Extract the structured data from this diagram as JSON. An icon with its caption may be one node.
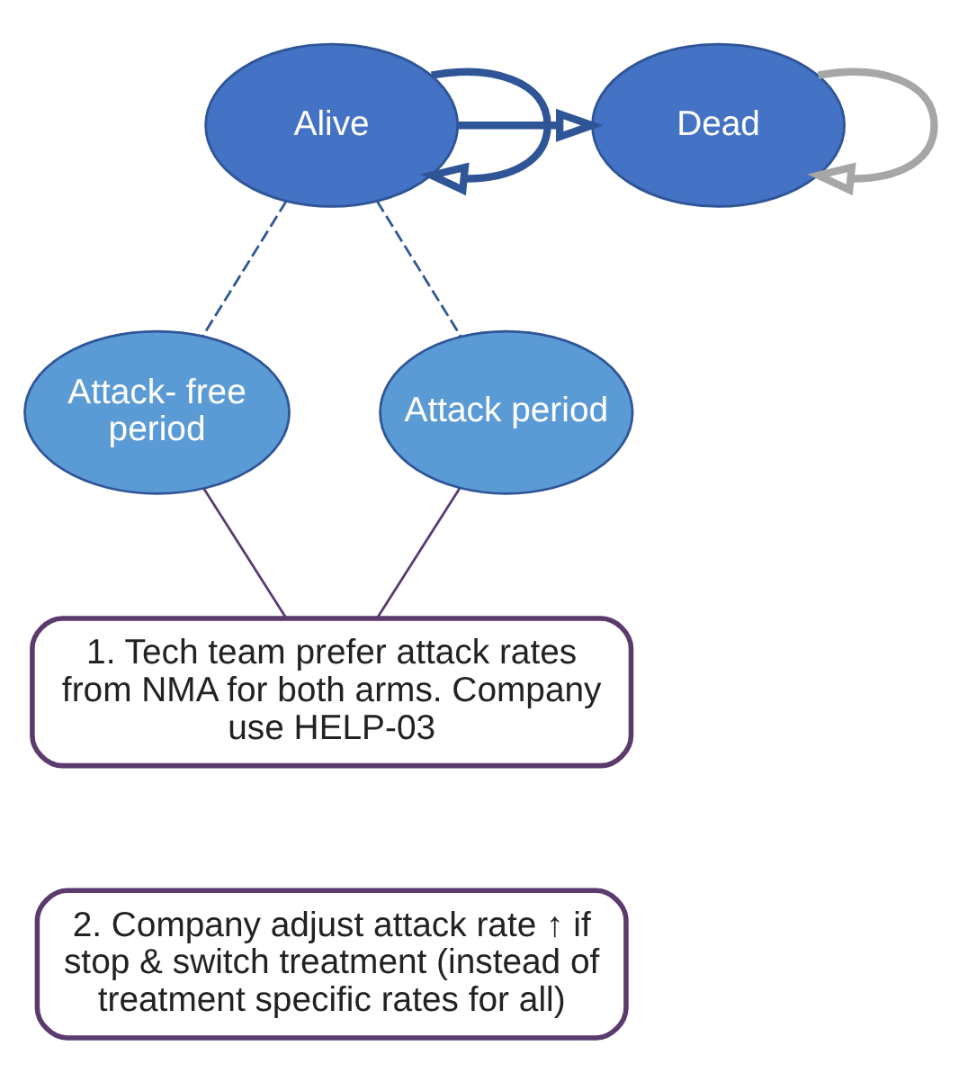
{
  "diagram": {
    "nodes": [
      {
        "text": [
          "Alive"
        ]
      },
      {
        "text": [
          "Dead"
        ]
      },
      {
        "text": [
          "Attack- free period"
        ]
      },
      {
        "text": [
          "Attack period"
        ]
      },
      {
        "text": [
          "1. Tech team prefer attack rates from NMA for both arms. Company use HELP-03"
        ]
      },
      {
        "text": [
          "2. Company adjust attack rate ↑ if stop & switch treatment (instead of treatment specific rates for all)"
        ]
      }
    ],
    "edges": [
      {
        "from": 0,
        "to": 0,
        "arrow": "to",
        "style": "thick"
      },
      {
        "from": 0,
        "to": 1,
        "arrow": "to",
        "style": "thick"
      },
      {
        "from": 1,
        "to": 1,
        "arrow": "to",
        "style": "thick",
        "color": "#a6a6a6"
      },
      {
        "from": 0,
        "to": 2,
        "arrow": "none",
        "style": "dashed"
      },
      {
        "from": 0,
        "to": 3,
        "arrow": "none",
        "style": "dashed"
      },
      {
        "from": 2,
        "to": 4,
        "arrow": "none",
        "color": "#5b3a6e"
      },
      {
        "from": 3,
        "to": 4,
        "arrow": "none",
        "color": "#5b3a6e"
      }
    ]
  }
}
